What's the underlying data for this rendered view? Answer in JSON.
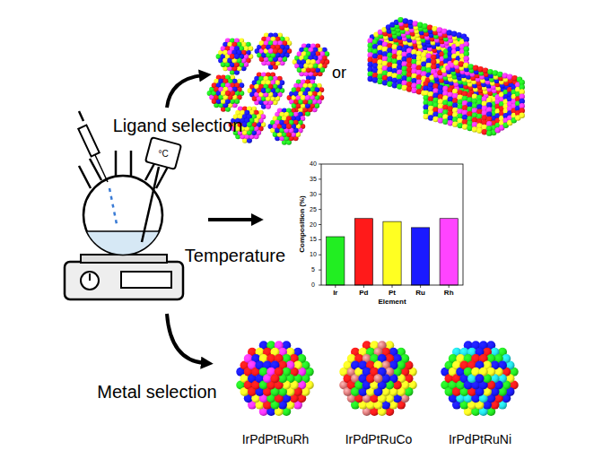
{
  "diagram": {
    "labels": [
      "or",
      "Ligand selection",
      "°C",
      "Temperature",
      "40",
      "35",
      "30",
      "25",
      "20",
      "15",
      "10",
      "5",
      "0",
      "Composition (%)",
      "Ir",
      "Pd",
      "Pt",
      "Ru",
      "Rh",
      "Element",
      "Metal selection",
      "IrPdPtRuRh",
      "IrPdPtRuCo",
      "IrPdPtRuNi"
    ]
  }
}
